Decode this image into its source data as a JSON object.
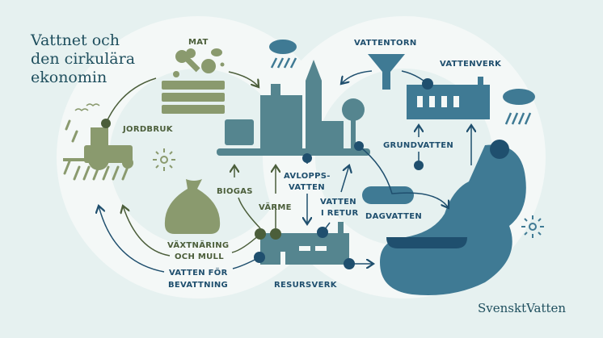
{
  "title": {
    "line1": "Vattnet och",
    "line2": "den cirkulära",
    "line3": "ekonomin"
  },
  "labels": {
    "mat": "MAT",
    "jordbruk": "JORDBRUK",
    "vattentorn": "VATTENTORN",
    "vattenverk": "VATTENVERK",
    "grundvatten": "GRUNDVATTEN",
    "biogas": "BIOGAS",
    "varme": "VÄRME",
    "avlopps1": "AVLOPPS-",
    "avlopps2": "VATTEN",
    "retur1": "VATTEN",
    "retur2": "I RETUR",
    "dagvatten": "DAGVATTEN",
    "vaxt1": "VÄXTNÄRING",
    "vaxt2": "OCH MULL",
    "bev1": "VATTEN FÖR",
    "bev2": "BEVATTNING",
    "resursverk": "RESURSVERK"
  },
  "brand": "SvensktVatten",
  "colors": {
    "green": "#8a9a6e",
    "dark_green": "#4b5e3a",
    "blue": "#3f7a94",
    "dark_blue": "#1f4f6e",
    "teal": "#55858f"
  }
}
